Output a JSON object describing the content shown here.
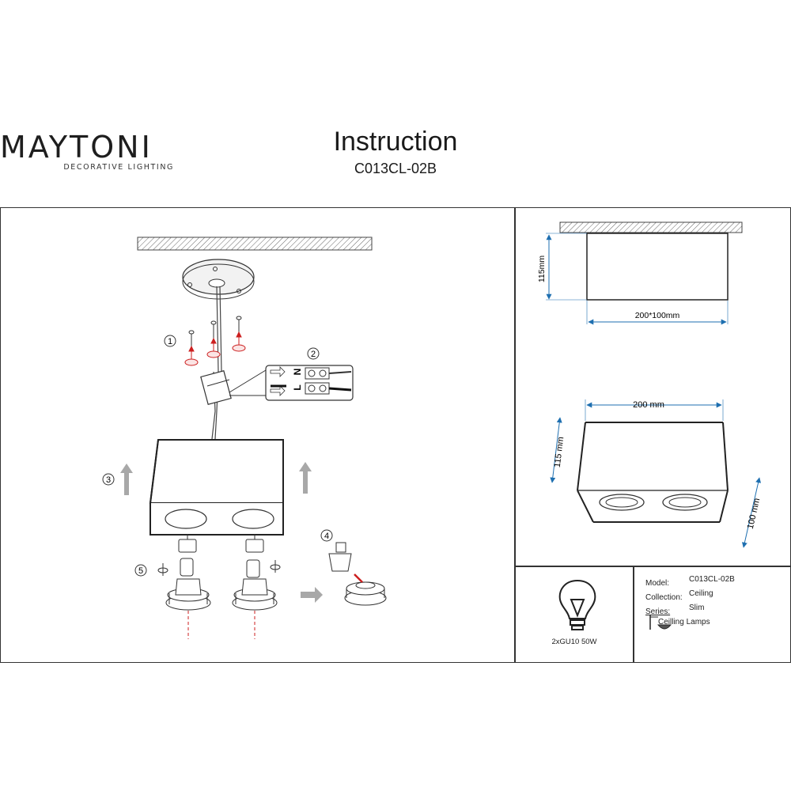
{
  "brand": {
    "name": "MAYTONI",
    "tagline": "DECORATIVE LIGHTING"
  },
  "header": {
    "title": "Instruction",
    "model": "C013CL-02B"
  },
  "steps": [
    "1",
    "2",
    "3",
    "4",
    "5"
  ],
  "wiring": {
    "neutral": "N",
    "live": "L"
  },
  "dimensions": {
    "side_height": "115mm",
    "side_width": "200*100mm",
    "iso_width": "200 mm",
    "iso_height": "115 mm",
    "iso_depth": "100 mm"
  },
  "specs": {
    "lamp": "2xGU10 50W",
    "rows": [
      {
        "label": "Model:",
        "value": "C013CL-02B"
      },
      {
        "label": "Collection:",
        "value": "Ceiling"
      },
      {
        "label": "Series:",
        "value": "Slim"
      }
    ],
    "type": "Ceilling Lamps"
  },
  "colors": {
    "dimension": "#1e6fb0",
    "arrow_red": "#cc1f1f",
    "arrow_grey": "#a8a8a8"
  }
}
